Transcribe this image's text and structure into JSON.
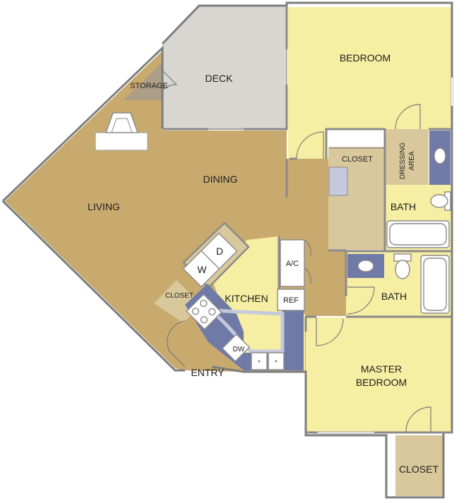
{
  "rooms": {
    "bedroom": "BEDROOM",
    "deck": "DECK",
    "storage": "STORAGE",
    "dining": "DINING",
    "living": "LIVING",
    "closet_bedroom": "CLOSET",
    "dressing_area_line1": "DRESSING",
    "dressing_area_line2": "AREA",
    "bath_upper": "BATH",
    "bath_lower": "BATH",
    "kitchen": "KITCHEN",
    "closet_entry": "CLOSET",
    "master_bedroom_line1": "MASTER",
    "master_bedroom_line2": "BEDROOM",
    "closet_master": "CLOSET",
    "entry": "ENTRY"
  },
  "fixtures": {
    "dryer": "D",
    "washer": "W",
    "air_conditioner": "A/C",
    "refrigerator": "REF",
    "dishwasher": "DW"
  },
  "colors": {
    "living_floor": "#c9aa6e",
    "bedroom_floor": "#f6eea2",
    "deck_floor": "#d8d6d0",
    "closet_floor": "#d9c89c",
    "kitchen_counter": "#6f7ba6",
    "tile_light": "#c5c9dc",
    "wall": "#7d7d7d"
  }
}
